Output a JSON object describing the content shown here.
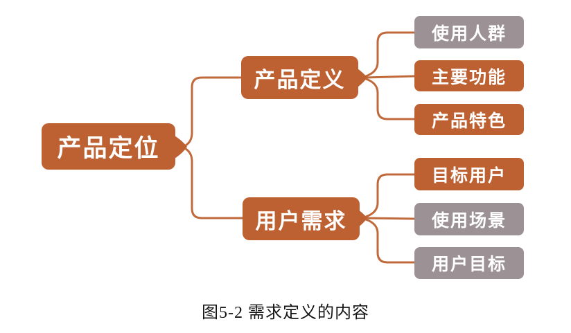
{
  "diagram": {
    "root": {
      "label": "产品定位"
    },
    "branches": [
      {
        "label": "产品定义",
        "children": [
          {
            "label": "使用人群",
            "variant": "gray"
          },
          {
            "label": "主要功能",
            "variant": "orange"
          },
          {
            "label": "产品特色",
            "variant": "orange"
          }
        ]
      },
      {
        "label": "用户需求",
        "children": [
          {
            "label": "目标用户",
            "variant": "orange"
          },
          {
            "label": "使用场景",
            "variant": "gray"
          },
          {
            "label": "用户目标",
            "variant": "gray"
          }
        ]
      }
    ],
    "colors": {
      "orange": "#BE6132",
      "gray": "#9C9295",
      "connector": "#C0693B",
      "node_text": "#FFFFFF"
    }
  },
  "caption": {
    "text": "图5-2 需求定义的内容"
  }
}
